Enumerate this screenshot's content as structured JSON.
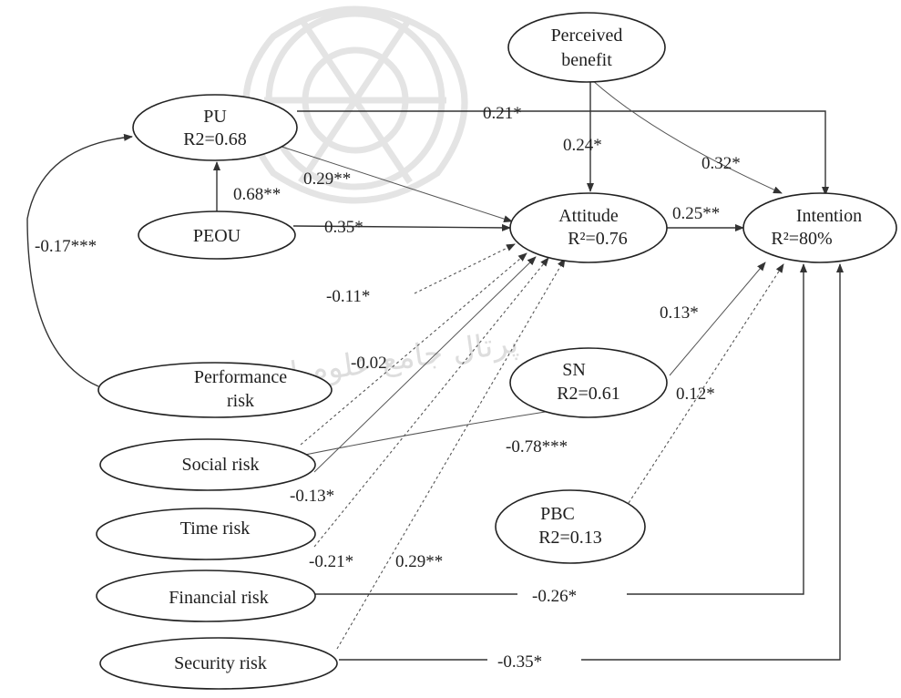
{
  "nodes": {
    "perceived_benefit": {
      "line1": "Perceived",
      "line2": "benefit"
    },
    "pu": {
      "line1": "PU",
      "line2": "R2=0.68"
    },
    "peou": {
      "line1": "PEOU"
    },
    "attitude": {
      "line1": "Attitude",
      "line2": "R²=0.76"
    },
    "intention": {
      "line1": "Intention",
      "line2": "R²=80%"
    },
    "performance_risk": {
      "line1": "Performance",
      "line2": "risk"
    },
    "social_risk": {
      "line1": "Social risk"
    },
    "time_risk": {
      "line1": "Time risk"
    },
    "financial_risk": {
      "line1": "Financial risk"
    },
    "security_risk": {
      "line1": "Security risk"
    },
    "sn": {
      "line1": "SN",
      "line2": "R2=0.61"
    },
    "pbc": {
      "line1": "PBC",
      "line2": "R2=0.13"
    }
  },
  "paths": {
    "pu_intention": "0.21*",
    "benefit_attitude": "0.24*",
    "benefit_intention": "0.32*",
    "pu_attitude": "0.29**",
    "peou_pu": "0.68**",
    "peou_attitude": "0.35*",
    "attitude_intention": "0.25**",
    "perf_pu": "-0.17***",
    "perf_attitude": "-0.11*",
    "social_attitude": "-0.02",
    "sn_intention": "0.13*",
    "pbc_intention": "0.12*",
    "social_sn": "-0.78***",
    "time_attitude": "-0.13*",
    "financial_attitude": "-0.21*",
    "security_attitude": "0.29**",
    "financial_intention": "-0.26*",
    "security_intention": "-0.35*"
  },
  "watermark": {
    "text": "پرتال جامع علوم انسانی"
  }
}
